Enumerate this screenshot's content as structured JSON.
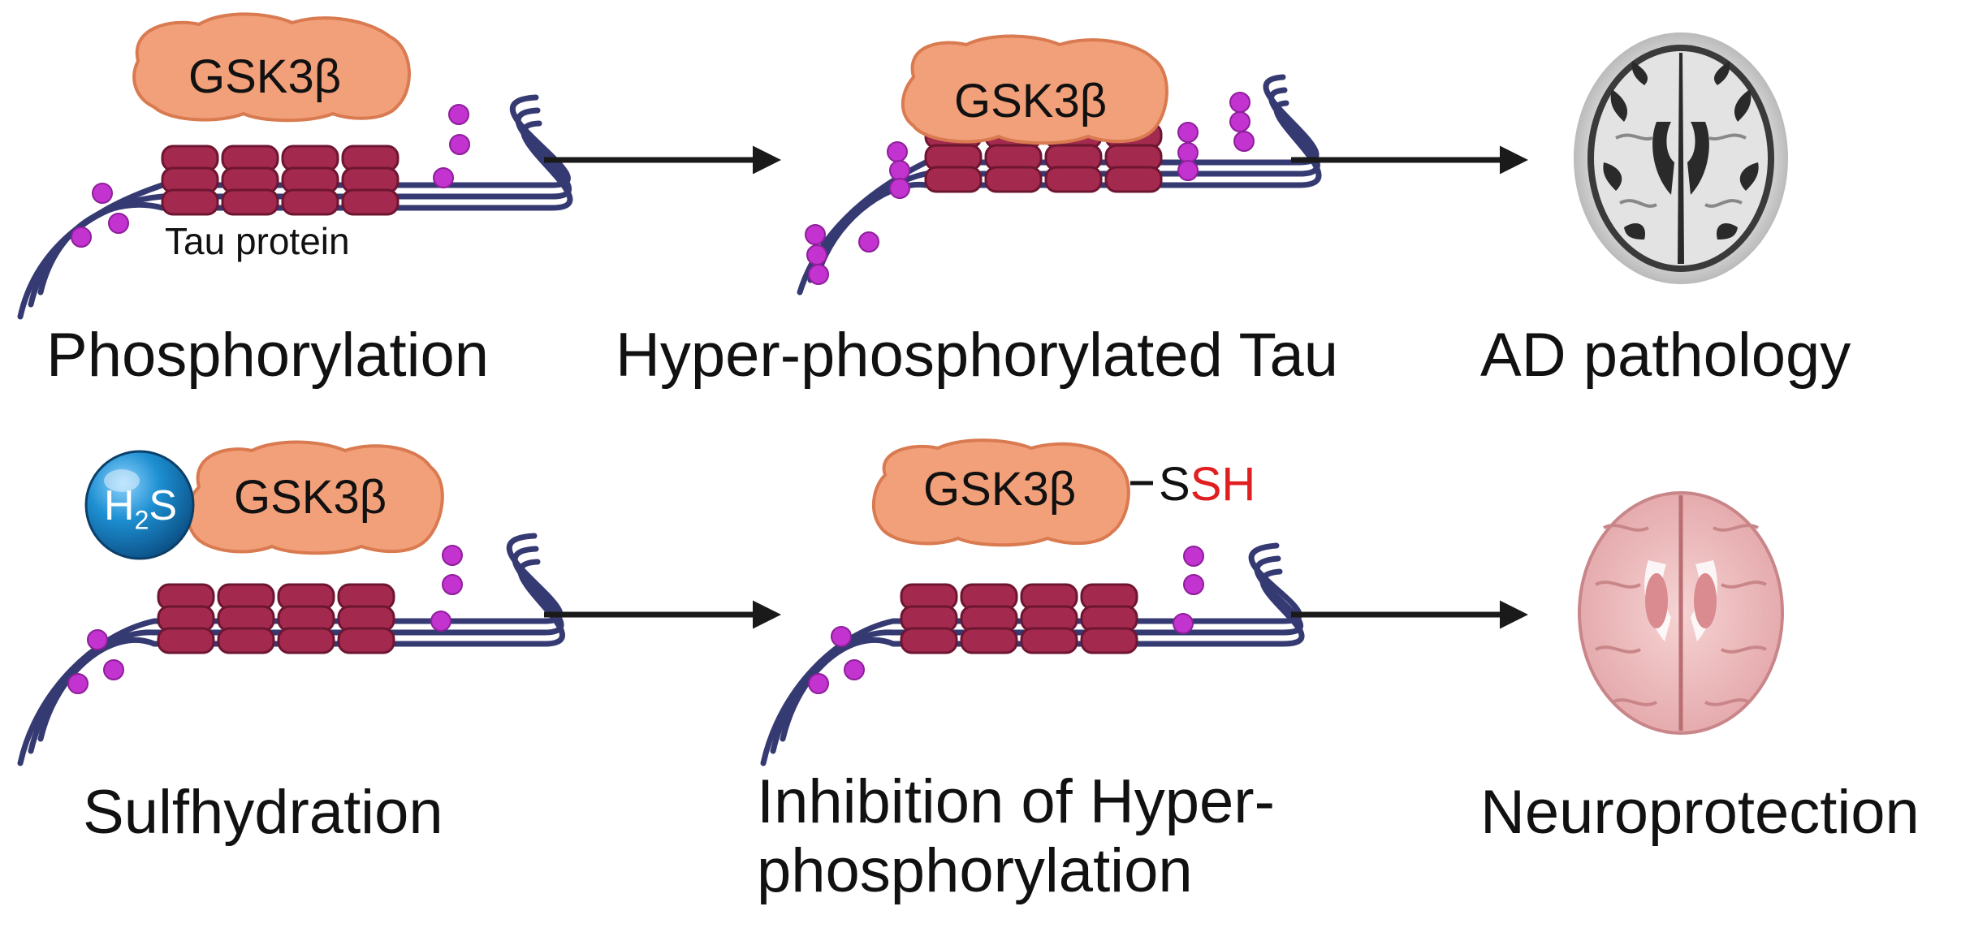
{
  "colors": {
    "strand": "#353a72",
    "phospho": "#c233d0",
    "tau_block": "#a32a4e",
    "tau_block_edge": "#6e1532",
    "enzyme": "#f2a07a",
    "enzyme_edge": "#d97a50",
    "h2s_sphere": "#1d8fd1",
    "ssh_red": "#e02020",
    "arrow": "#1a1a1a",
    "brain_ad_fill": "#d9d9d9",
    "brain_ad_edge": "#3a3a3a",
    "brain_healthy": "#f0c0c0"
  },
  "icons": {
    "h2s": "h2s-sphere-icon",
    "ad_brain": "brain-scan-icon",
    "healthy_brain": "brain-icon"
  },
  "top_row": {
    "enzyme_label": "GSK3β",
    "tau_label": "Tau protein",
    "step1_label": "Phosphorylation",
    "step2_enzyme_label": "GSK3β",
    "step2_label": "Hyper-phosphorylated Tau",
    "step3_label": "AD pathology"
  },
  "bottom_row": {
    "h2s_H": "H",
    "h2s_sub": "2",
    "h2s_S": "S",
    "enzyme_label": "GSK3β",
    "step1_label": "Sulfhydration",
    "step2_enzyme_label": "GSK3β",
    "ssh_S": "S",
    "ssh_SH": "SH",
    "step2_label": "Inhibition of Hyper-phosphorylation",
    "step3_label": "Neuroprotection"
  }
}
